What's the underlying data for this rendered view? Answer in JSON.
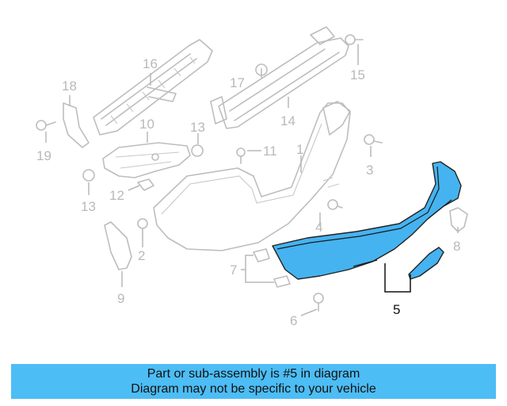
{
  "callouts": [
    {
      "id": "1",
      "label": "1",
      "highlighted": false
    },
    {
      "id": "2",
      "label": "2",
      "highlighted": false
    },
    {
      "id": "3",
      "label": "3",
      "highlighted": false
    },
    {
      "id": "4",
      "label": "4",
      "highlighted": false
    },
    {
      "id": "5",
      "label": "5",
      "highlighted": true
    },
    {
      "id": "6",
      "label": "6",
      "highlighted": false
    },
    {
      "id": "7",
      "label": "7",
      "highlighted": false
    },
    {
      "id": "8",
      "label": "8",
      "highlighted": false
    },
    {
      "id": "9",
      "label": "9",
      "highlighted": false
    },
    {
      "id": "10",
      "label": "10",
      "highlighted": false
    },
    {
      "id": "11",
      "label": "11",
      "highlighted": false
    },
    {
      "id": "12",
      "label": "12",
      "highlighted": false
    },
    {
      "id": "13a",
      "label": "13",
      "highlighted": false
    },
    {
      "id": "13b",
      "label": "13",
      "highlighted": false
    },
    {
      "id": "14",
      "label": "14",
      "highlighted": false
    },
    {
      "id": "15",
      "label": "15",
      "highlighted": false
    },
    {
      "id": "16",
      "label": "16",
      "highlighted": false
    },
    {
      "id": "17",
      "label": "17",
      "highlighted": false
    },
    {
      "id": "18",
      "label": "18",
      "highlighted": false
    },
    {
      "id": "19",
      "label": "19",
      "highlighted": false
    }
  ],
  "banner": {
    "line1": "Part or sub-assembly is #5 in diagram",
    "line2": "Diagram may not be specific to your vehicle"
  },
  "colors": {
    "highlight": "#45b3f0",
    "banner": "#4dbdf5",
    "part_outline": "#bdbdbd",
    "text_muted": "#b9b9b9",
    "text_active": "#111111"
  }
}
